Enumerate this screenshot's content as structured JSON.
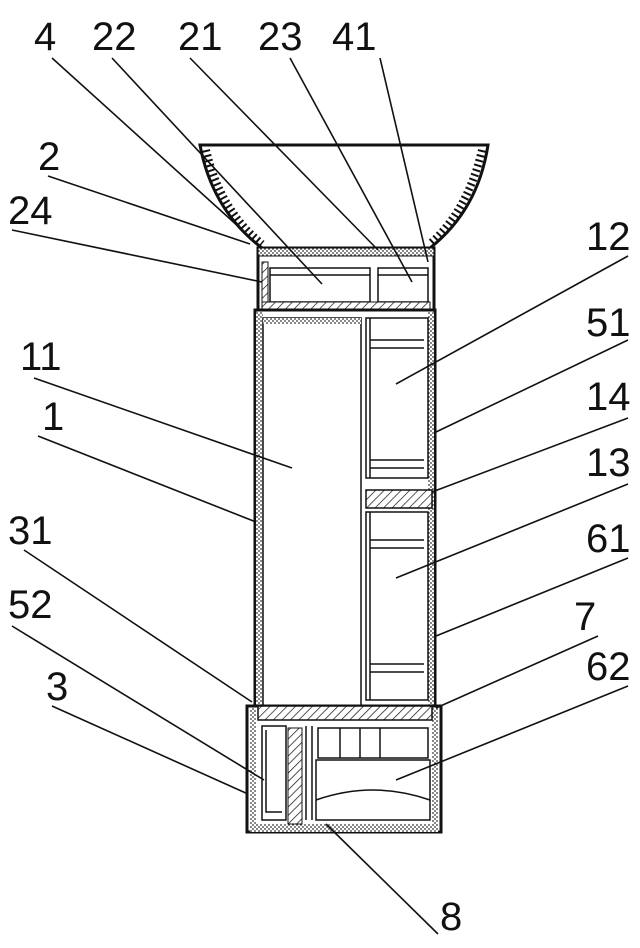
{
  "labels": {
    "l4": "4",
    "l22": "22",
    "l21": "21",
    "l23": "23",
    "l41": "41",
    "l2": "2",
    "l24": "24",
    "l12": "12",
    "l51": "51",
    "l11": "11",
    "l14": "14",
    "l1": "1",
    "l13": "13",
    "l31": "31",
    "l61": "61",
    "l52": "52",
    "l7": "7",
    "l62": "62",
    "l3": "3",
    "l8": "8"
  }
}
